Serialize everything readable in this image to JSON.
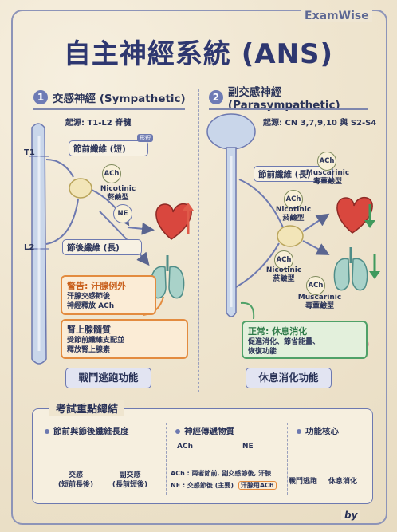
{
  "brand": "ExamWise",
  "title": "自主神經系統 (ANS)",
  "sympathetic": {
    "number": "1",
    "heading": "交感神經 (Sympathetic)",
    "origin": "起源: T1-L2 脊髓",
    "segment_top": "T1",
    "segment_bottom": "L2",
    "preganglionic": "節前纖維 (短)",
    "short_tag": "形短",
    "ach": "ACh",
    "nicotinic": "Nicotinic",
    "nicotinic_zh": "菸鹼型",
    "ne": "NE",
    "postganglionic": "節後纖維 (長)",
    "warning_title": "警告: 汗腺例外",
    "warning_line1": "汗腺交感節後",
    "warning_line2": "神經釋放 ACh",
    "adrenal_title": "腎上腺髓質",
    "adrenal_line1": "受節前纖維支配並",
    "adrenal_line2": "釋放腎上腺素",
    "function": "戰鬥逃跑功能"
  },
  "parasympathetic": {
    "number": "2",
    "heading": "副交感神經 (Parasympathetic)",
    "origin": "起源: CN 3,7,9,10 與 S2-S4",
    "preganglionic": "節前纖維 (長)",
    "ach": "ACh",
    "nicotinic": "Nicotinic",
    "nicotinic_zh": "菸鹼型",
    "muscarinic": "Muscarinic",
    "muscarinic_zh": "毒蕈鹼型",
    "normal_title": "正常: 休息消化",
    "normal_line1": "促進消化、節省能量、",
    "normal_line2": "恢復功能",
    "function": "休息消化功能"
  },
  "summary": {
    "title": "考試重點總結",
    "col1": {
      "heading": "節前與節後纖維長度",
      "left_label": "交感",
      "left_sub": "(短前長後)",
      "right_label": "副交感",
      "right_sub": "(長前短後)"
    },
    "col2": {
      "heading": "神經傳遞物質",
      "ach": "ACh",
      "ne": "NE",
      "line1": "ACh : 兩者節前, 副交感節後, 汗腺",
      "line2": "NE : 交感節後 (主要)",
      "line2_tag": "汗腺用ACh"
    },
    "col3": {
      "heading": "功能核心",
      "left": "戰鬥逃跑",
      "right": "休息消化"
    }
  },
  "footer": "by",
  "colors": {
    "primary": "#2e3770",
    "accent": "#6d79b0",
    "warning": "#e38b3f",
    "normal": "#4fa168",
    "heart": "#d9473e",
    "up_arrow": "#e05b4a",
    "down_arrow": "#3f9a5d"
  }
}
